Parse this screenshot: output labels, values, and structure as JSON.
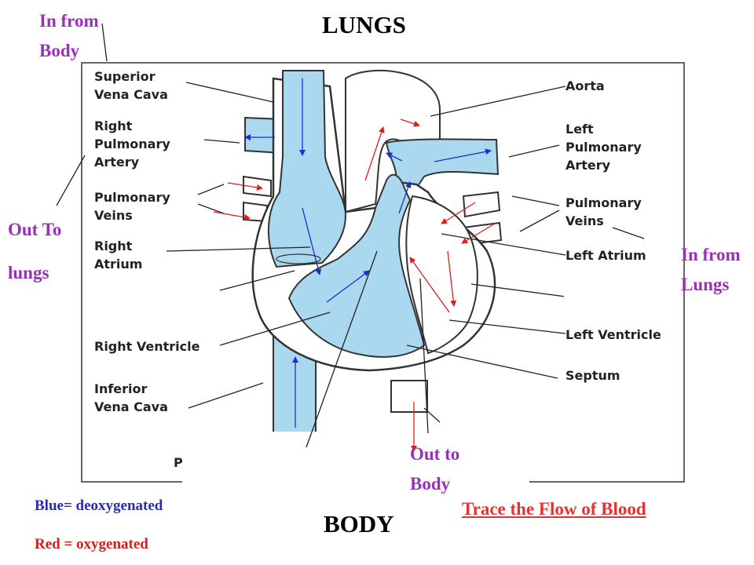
{
  "titles": {
    "top": "LUNGS",
    "bottom": "BODY"
  },
  "notes": {
    "in_from_body": [
      "In from",
      "Body"
    ],
    "out_to_lungs": [
      "Out To",
      "lungs"
    ],
    "in_from_lungs": [
      "In from",
      "Lungs"
    ],
    "out_to_body": [
      "Out to",
      "Body"
    ]
  },
  "diagram_labels": {
    "superior_vena_cava": [
      "Superior",
      "Vena Cava"
    ],
    "right_pulmonary_artery": [
      "Right",
      "Pulmonary",
      "Artery"
    ],
    "pulmonary_veins_left_side": [
      "Pulmonary",
      "Veins"
    ],
    "right_atrium": [
      "Right",
      "Atrium"
    ],
    "right_ventricle": "Right Ventricle",
    "inferior_vena_cava": [
      "Inferior",
      "Vena Cava"
    ],
    "aorta": "Aorta",
    "left_pulmonary_artery": [
      "Left",
      "Pulmonary",
      "Artery"
    ],
    "pulmonary_veins_right_side": [
      "Pulmonary",
      "Veins"
    ],
    "left_atrium": "Left Atrium",
    "left_ventricle": "Left Ventricle",
    "septum": "Septum",
    "fragment": "P"
  },
  "legend": {
    "blue": "Blue= deoxygenated",
    "red": "Red = oxygenated"
  },
  "trace": "Trace the Flow of Blood",
  "colors": {
    "blood_blue": "#a9d8ef",
    "arrow_blue": "#1a2fd0",
    "arrow_red": "#e01d1d",
    "note": "#9b2fbd",
    "legend_blue": "#2a2ab8",
    "legend_red": "#d41d1d"
  }
}
